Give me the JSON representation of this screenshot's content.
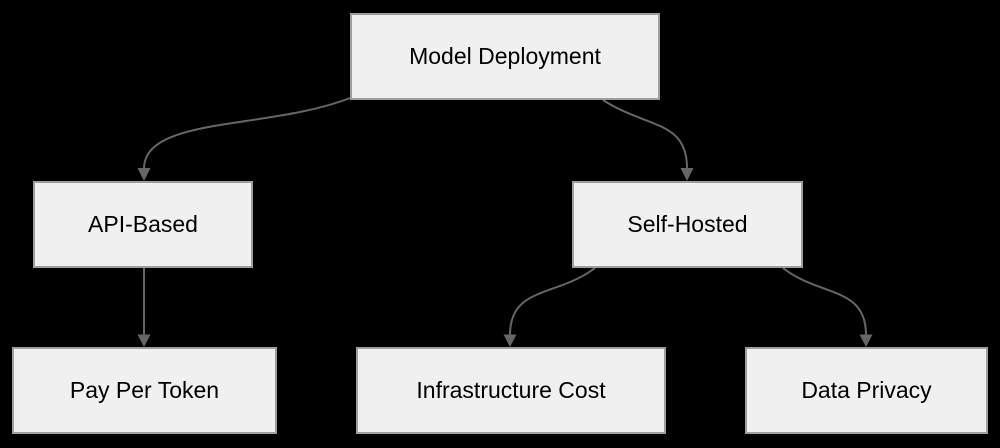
{
  "page": {
    "background_color": "#000000"
  },
  "diagram": {
    "type": "tree-flowchart",
    "node_fill_color": "#f0f0f0",
    "node_border_color": "#9e9e9e",
    "node_text_color": "#000000",
    "edge_color": "#666666",
    "nodes": [
      {
        "id": "model-deployment",
        "label": "Model Deployment",
        "level": 0
      },
      {
        "id": "api-based",
        "label": "API-Based",
        "level": 1
      },
      {
        "id": "self-hosted",
        "label": "Self-Hosted",
        "level": 1
      },
      {
        "id": "pay-per-token",
        "label": "Pay Per Token",
        "level": 2
      },
      {
        "id": "infrastructure-cost",
        "label": "Infrastructure Cost",
        "level": 2
      },
      {
        "id": "data-privacy",
        "label": "Data Privacy",
        "level": 2
      }
    ],
    "edges": [
      {
        "from": "model-deployment",
        "to": "api-based"
      },
      {
        "from": "model-deployment",
        "to": "self-hosted"
      },
      {
        "from": "api-based",
        "to": "pay-per-token"
      },
      {
        "from": "self-hosted",
        "to": "infrastructure-cost"
      },
      {
        "from": "self-hosted",
        "to": "data-privacy"
      }
    ]
  }
}
